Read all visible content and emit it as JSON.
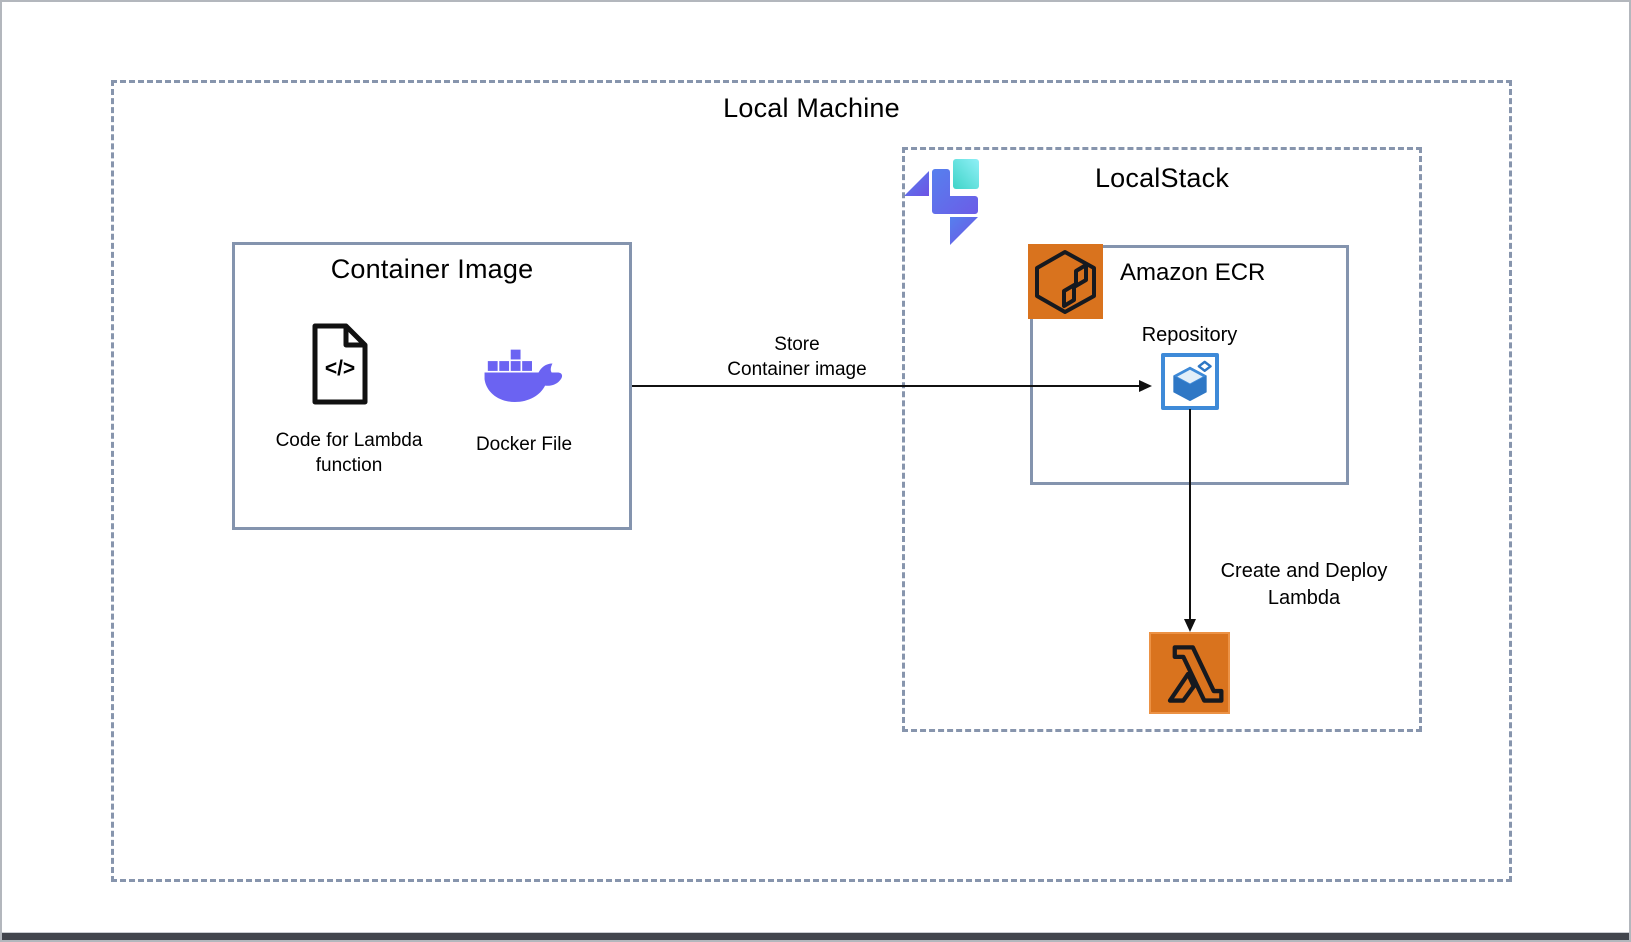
{
  "local_machine": {
    "title": "Local Machine"
  },
  "container_image": {
    "title": "Container Image",
    "code_icon_glyph": "</>",
    "code_label_line1": "Code for Lambda",
    "code_label_line2": "function",
    "docker_label": "Docker File"
  },
  "localstack": {
    "title": "LocalStack",
    "ecr": {
      "title": "Amazon ECR",
      "repository_label": "Repository"
    }
  },
  "flow": {
    "store_label_line1": "Store",
    "store_label_line2": "Container image",
    "deploy_label_line1": "Create and Deploy",
    "deploy_label_line2": "Lambda"
  },
  "colors": {
    "border_slate": "#8494ae",
    "dash_slate": "#8795ad",
    "aws_orange": "#d9731e",
    "aws_orange_light": "#ec9245",
    "docker_purple": "#6b63f2",
    "repo_blue": "#3e8ad8",
    "repo_blue_dark": "#2e77c5",
    "ls_teal": "#3fd4c8",
    "ls_teal_light": "#90f0f7",
    "ls_blue": "#5680ee",
    "ls_indigo": "#6c5ce7",
    "ls_purple": "#6d53e4",
    "ink": "#16191f"
  }
}
